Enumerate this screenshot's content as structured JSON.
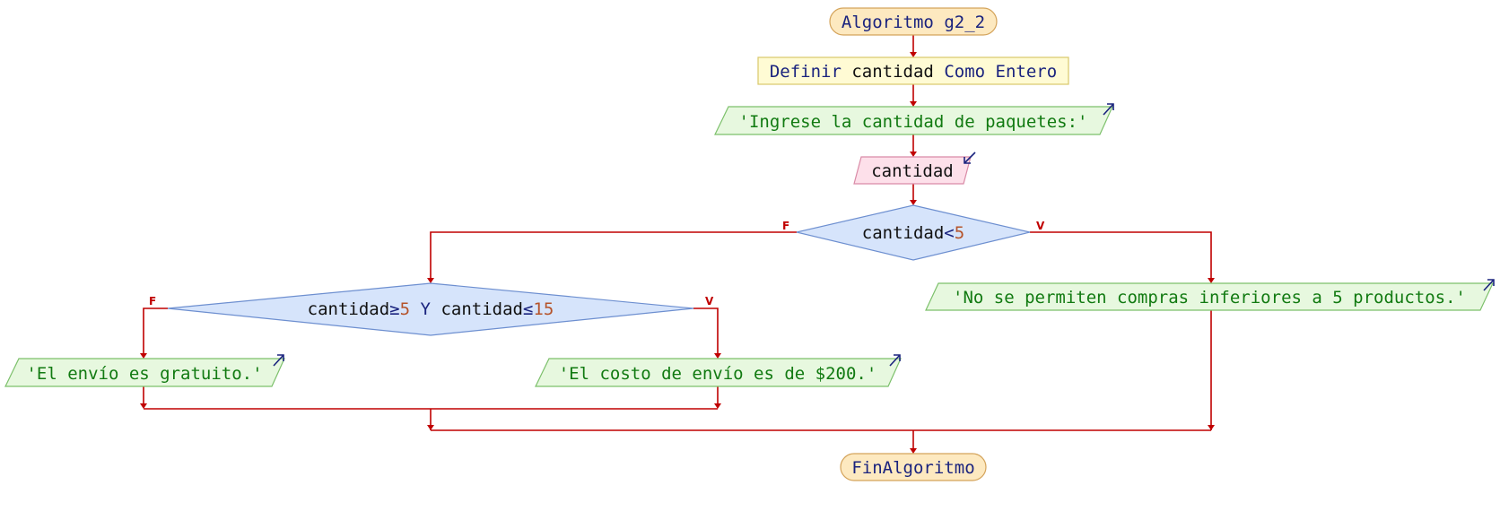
{
  "colors": {
    "edge": "#c00000",
    "terminal_fill": "#fde9c0",
    "terminal_stroke": "#d4a35a",
    "define_fill": "#fffbd4",
    "define_stroke": "#d8c86a",
    "output_fill": "#e7f8df",
    "output_stroke": "#7cc06b",
    "input_fill": "#fde0ea",
    "input_stroke": "#d98aa6",
    "decision_fill": "#d6e4fb",
    "decision_stroke": "#6d8fd0",
    "keyword": "#1a237e",
    "number": "#b5532a",
    "string": "#117a11"
  },
  "icons": {
    "output": "output-arrow-icon",
    "input": "input-arrow-icon"
  },
  "nodes": {
    "start": {
      "keyword": "Algoritmo",
      "name": "g2_2"
    },
    "define": {
      "kw1": "Definir",
      "var": "cantidad",
      "kw2": "Como",
      "kw3": "Entero"
    },
    "prompt": {
      "text": "'Ingrese la cantidad de paquetes:'"
    },
    "read": {
      "var": "cantidad"
    },
    "decision1": {
      "var": "cantidad",
      "op": "<",
      "num": "5",
      "false_label": "F",
      "true_label": "V"
    },
    "decision2": {
      "var1": "cantidad",
      "op1": "≥",
      "num1": "5",
      "conj": "Y",
      "var2": "cantidad",
      "op2": "≤",
      "num2": "15",
      "false_label": "F",
      "true_label": "V"
    },
    "msg_free": {
      "text": "'El envío es gratuito.'"
    },
    "msg_cost": {
      "text": "'El costo de envío es de $200.'"
    },
    "msg_min": {
      "text": "'No se permiten compras inferiores a 5 productos.'"
    },
    "end": {
      "keyword": "FinAlgoritmo"
    }
  }
}
